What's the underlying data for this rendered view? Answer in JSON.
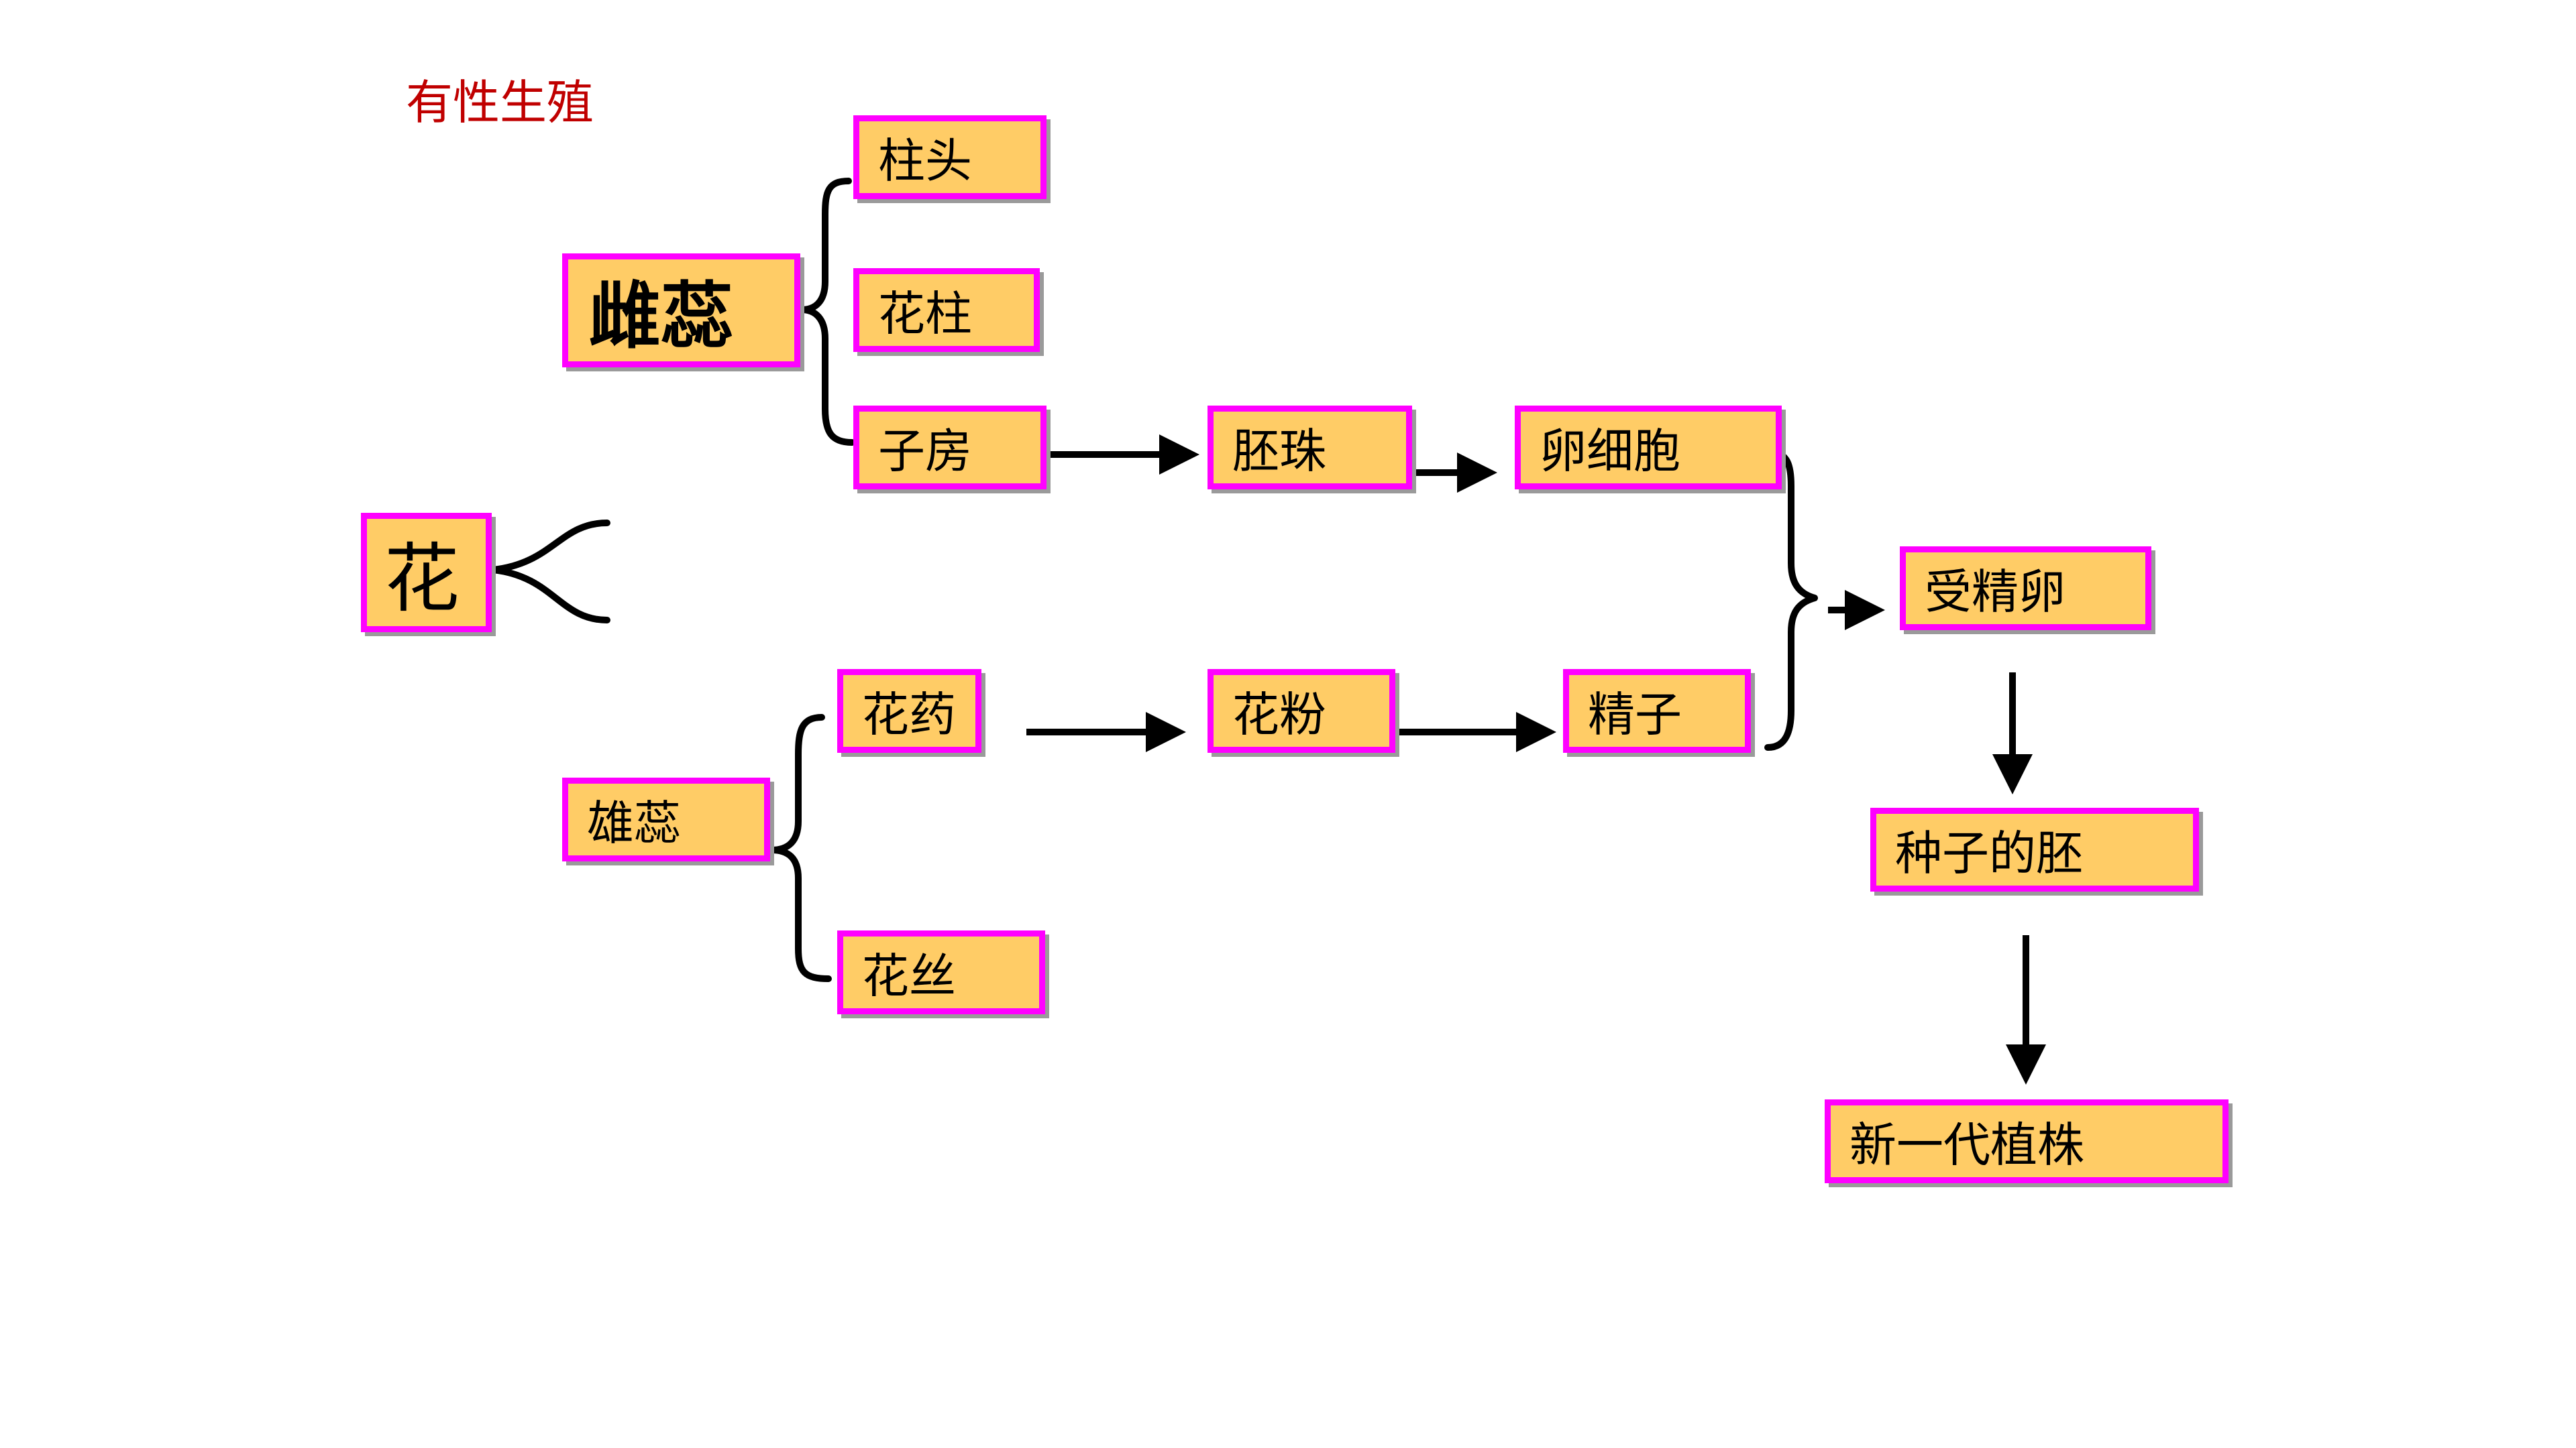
{
  "title": "有性生殖",
  "nodes": {
    "flower": "花",
    "pistil": "雌蕊",
    "stigma": "柱头",
    "style": "花柱",
    "ovary": "子房",
    "ovule": "胚珠",
    "egg_cell": "卵细胞",
    "stamen": "雄蕊",
    "anther": "花药",
    "filament": "花丝",
    "pollen": "花粉",
    "sperm": "精子",
    "zygote": "受精卵",
    "seed_embryo": "种子的胚",
    "new_plant": "新一代植株"
  },
  "colors": {
    "box_fill": "#ffcc66",
    "box_border": "#ff00ff",
    "title": "#c00000",
    "line": "#000000"
  }
}
